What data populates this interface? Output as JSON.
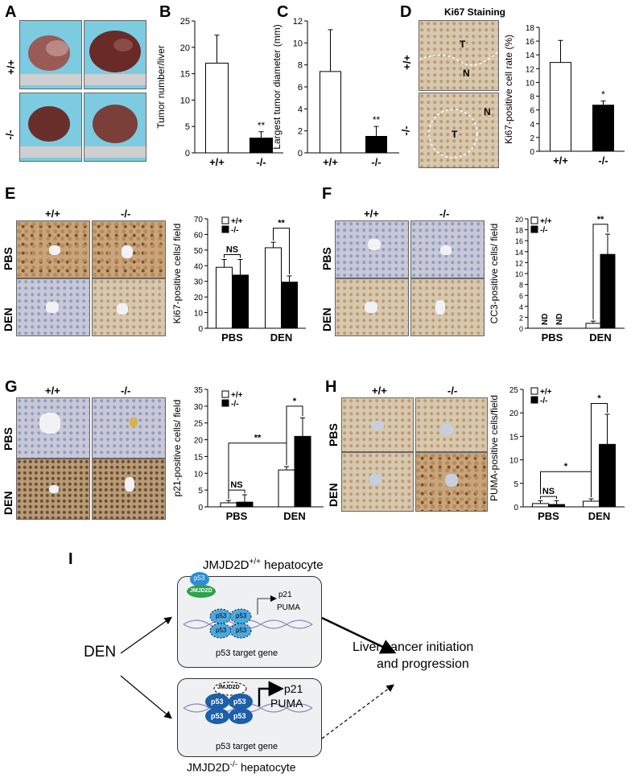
{
  "panels": {
    "A": {
      "label": "A",
      "rows": [
        "+/+",
        "-/-"
      ]
    },
    "B": {
      "label": "B",
      "chart_data": {
        "type": "bar",
        "categories": [
          "+/+",
          "-/-"
        ],
        "values": [
          17,
          2.8
        ],
        "errors": [
          5.3,
          1.2
        ],
        "ylabel": "Tumor number/liver",
        "ylim": [
          0,
          25
        ],
        "ticks": [
          0,
          5,
          10,
          15,
          20,
          25
        ],
        "sig": "**"
      }
    },
    "C": {
      "label": "C",
      "chart_data": {
        "type": "bar",
        "categories": [
          "+/+",
          "-/-"
        ],
        "values": [
          7.4,
          1.5
        ],
        "errors": [
          3.8,
          0.9
        ],
        "ylabel": "Largest tumor diameter (mm)",
        "ylim": [
          0,
          12
        ],
        "ticks": [
          0,
          2,
          4,
          6,
          8,
          10,
          12
        ],
        "sig": "**"
      }
    },
    "D": {
      "label": "D",
      "title": "Ki67 Staining",
      "rows": [
        "+/+",
        "-/-"
      ],
      "marks": [
        "T",
        "N",
        "T",
        "N"
      ],
      "chart_data": {
        "type": "bar",
        "categories": [
          "+/+",
          "-/-"
        ],
        "values": [
          12.9,
          6.7
        ],
        "errors": [
          3.2,
          0.6
        ],
        "ylabel": "Ki67-positive cell rate (%)",
        "ylim": [
          0,
          18
        ],
        "ticks": [
          0,
          2,
          4,
          6,
          8,
          10,
          12,
          14,
          16,
          18
        ],
        "sig": "*"
      }
    },
    "E": {
      "label": "E",
      "cols": [
        "+/+",
        "-/-"
      ],
      "rows": [
        "PBS",
        "DEN"
      ],
      "chart_data": {
        "type": "bar",
        "categories": [
          "PBS",
          "DEN"
        ],
        "series": [
          {
            "name": "+/+",
            "values": [
              39,
              51.5
            ],
            "errors": [
              5,
              3.5
            ]
          },
          {
            "name": "-/-",
            "values": [
              34,
              29.5
            ],
            "errors": [
              10,
              4
            ]
          }
        ],
        "ylabel": "Ki67-positive cells/ field",
        "ylim": [
          0,
          70
        ],
        "ticks": [
          0,
          10,
          20,
          30,
          40,
          50,
          60,
          70
        ],
        "annotations": [
          "NS",
          "**"
        ]
      }
    },
    "F": {
      "label": "F",
      "cols": [
        "+/+",
        "-/-"
      ],
      "rows": [
        "PBS",
        "DEN"
      ],
      "chart_data": {
        "type": "bar",
        "categories": [
          "PBS",
          "DEN"
        ],
        "series": [
          {
            "name": "+/+",
            "values": [
              0,
              0.9
            ],
            "errors": [
              0,
              0.4
            ]
          },
          {
            "name": "-/-",
            "values": [
              0,
              13.5
            ],
            "errors": [
              0,
              3.7
            ]
          }
        ],
        "ylabel": "CC3-positive cells/ field",
        "ylim": [
          0,
          20
        ],
        "ticks": [
          0,
          2,
          4,
          6,
          8,
          10,
          12,
          14,
          16,
          18,
          20
        ],
        "annotations": [
          "ND",
          "ND",
          "**"
        ]
      }
    },
    "G": {
      "label": "G",
      "cols": [
        "+/+",
        "-/-"
      ],
      "rows": [
        "PBS",
        "DEN"
      ],
      "chart_data": {
        "type": "bar",
        "categories": [
          "PBS",
          "DEN"
        ],
        "series": [
          {
            "name": "+/+",
            "values": [
              1.2,
              11
            ],
            "errors": [
              0.7,
              1
            ]
          },
          {
            "name": "-/-",
            "values": [
              1.4,
              21
            ],
            "errors": [
              2.2,
              5.5
            ]
          }
        ],
        "ylabel": "p21-positive cells/ field",
        "ylim": [
          0,
          35
        ],
        "ticks": [
          0,
          5,
          10,
          15,
          20,
          25,
          30,
          35
        ],
        "annotations": [
          "NS",
          "**",
          "*"
        ]
      }
    },
    "H": {
      "label": "H",
      "cols": [
        "+/+",
        "-/-"
      ],
      "rows": [
        "PBS",
        "DEN"
      ],
      "chart_data": {
        "type": "bar",
        "categories": [
          "PBS",
          "DEN"
        ],
        "series": [
          {
            "name": "+/+",
            "values": [
              0.7,
              1.2
            ],
            "errors": [
              0.6,
              0.5
            ]
          },
          {
            "name": "-/-",
            "values": [
              0.5,
              13.3
            ],
            "errors": [
              0.8,
              6.4
            ]
          }
        ],
        "ylabel": "PUMA-positive cells/field",
        "ylim": [
          0,
          25
        ],
        "ticks": [
          0,
          5,
          10,
          15,
          20,
          25
        ],
        "annotations": [
          "NS",
          "*",
          "*"
        ]
      }
    },
    "I": {
      "label": "I",
      "top_title": "JMJD2D",
      "top_sup": "+/+",
      "top_suffix": "hepatocyte",
      "bottom_title": "JMJD2D",
      "bottom_sup": "-/-",
      "bottom_suffix": "hepatocyte",
      "den": "DEN",
      "outcome_line1": "Liver cancer initiation",
      "outcome_line2": "and progression",
      "gene": "p53 target gene",
      "p53": "p53",
      "jmjd2d": "JMJD2D",
      "p21": "p21",
      "puma": "PUMA"
    }
  }
}
